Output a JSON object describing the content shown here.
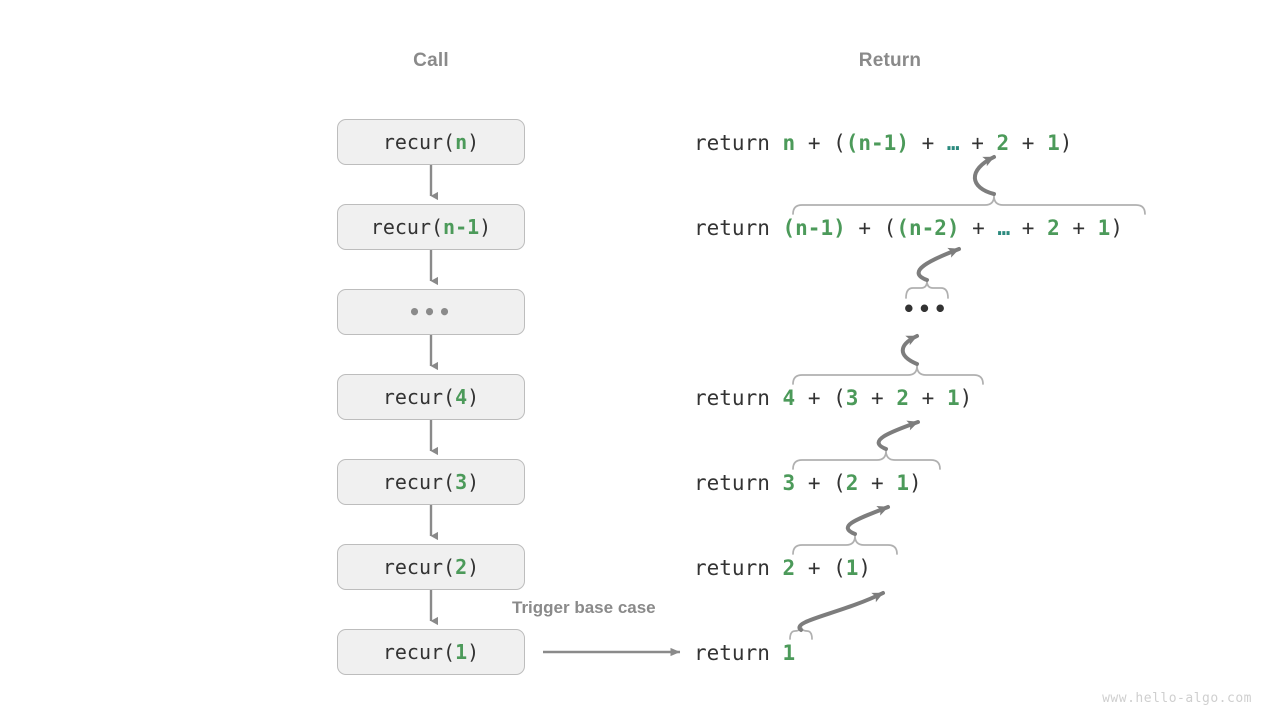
{
  "page": {
    "title": "Recursion call and return diagram",
    "background": "#ffffff",
    "watermark": "www.hello-algo.com"
  },
  "colors": {
    "green": "#4c9a5a",
    "teal": "#2b8a7e",
    "text_dark": "#333333",
    "gray_label": "#8a8a8a",
    "box_fill": "#f0f0f0",
    "box_border": "#bdbdbd",
    "arrow_gray": "#8a8a8a",
    "brace_gray": "#b0b0b0",
    "curve_gray": "#7d7d7d",
    "watermark_gray": "#cfcfcf"
  },
  "headers": {
    "call": "Call",
    "return": "Return"
  },
  "call_stack": {
    "label": "Call",
    "boxes": [
      {
        "name": "recur-n",
        "prefix": "recur(",
        "arg": "n",
        "suffix": ")",
        "is_ellipsis": false
      },
      {
        "name": "recur-n-1",
        "prefix": "recur(",
        "arg": "n-1",
        "suffix": ")",
        "is_ellipsis": false
      },
      {
        "name": "ellipsis",
        "prefix": "",
        "arg": "",
        "suffix": "",
        "is_ellipsis": true,
        "ellipsis": "•••"
      },
      {
        "name": "recur-4",
        "prefix": "recur(",
        "arg": "4",
        "suffix": ")",
        "is_ellipsis": false
      },
      {
        "name": "recur-3",
        "prefix": "recur(",
        "arg": "3",
        "suffix": ")",
        "is_ellipsis": false
      },
      {
        "name": "recur-2",
        "prefix": "recur(",
        "arg": "2",
        "suffix": ")",
        "is_ellipsis": false
      },
      {
        "name": "recur-1",
        "prefix": "recur(",
        "arg": "1",
        "suffix": ")",
        "is_ellipsis": false
      }
    ]
  },
  "return_column": {
    "label": "Return",
    "keyword": "return",
    "lines": [
      {
        "name": "return-n",
        "text": "return n + ((n-1) + … + 2 + 1)",
        "tokens": [
          {
            "t": "return ",
            "c": "kw"
          },
          {
            "t": "n",
            "c": "g"
          },
          {
            "t": " + (",
            "c": "op"
          },
          {
            "t": "(n-1)",
            "c": "g"
          },
          {
            "t": " + ",
            "c": "op"
          },
          {
            "t": "…",
            "c": "e"
          },
          {
            "t": " + ",
            "c": "op"
          },
          {
            "t": "2",
            "c": "g"
          },
          {
            "t": " + ",
            "c": "op"
          },
          {
            "t": "1",
            "c": "g"
          },
          {
            "t": ")",
            "c": "op"
          }
        ],
        "has_brace": false
      },
      {
        "name": "return-n-1",
        "text": "return (n-1) + ((n-2) + … + 2 + 1)",
        "tokens": [
          {
            "t": "return ",
            "c": "kw"
          },
          {
            "t": "(n-1)",
            "c": "g"
          },
          {
            "t": " + (",
            "c": "op"
          },
          {
            "t": "(n-2)",
            "c": "g"
          },
          {
            "t": " + ",
            "c": "op"
          },
          {
            "t": "…",
            "c": "e"
          },
          {
            "t": " + ",
            "c": "op"
          },
          {
            "t": "2",
            "c": "g"
          },
          {
            "t": " + ",
            "c": "op"
          },
          {
            "t": "1",
            "c": "g"
          },
          {
            "t": ")",
            "c": "op"
          }
        ],
        "has_brace": true
      },
      {
        "name": "return-ellipsis",
        "text": "•••",
        "tokens": [],
        "has_brace": true
      },
      {
        "name": "return-4",
        "text": "return 4 + (3 + 2 + 1)",
        "tokens": [
          {
            "t": "return ",
            "c": "kw"
          },
          {
            "t": "4",
            "c": "g"
          },
          {
            "t": " + (",
            "c": "op"
          },
          {
            "t": "3",
            "c": "g"
          },
          {
            "t": " + ",
            "c": "op"
          },
          {
            "t": "2",
            "c": "g"
          },
          {
            "t": " + ",
            "c": "op"
          },
          {
            "t": "1",
            "c": "g"
          },
          {
            "t": ")",
            "c": "op"
          }
        ],
        "has_brace": true
      },
      {
        "name": "return-3",
        "text": "return 3 + (2 + 1)",
        "tokens": [
          {
            "t": "return ",
            "c": "kw"
          },
          {
            "t": "3",
            "c": "g"
          },
          {
            "t": " + (",
            "c": "op"
          },
          {
            "t": "2",
            "c": "g"
          },
          {
            "t": " + ",
            "c": "op"
          },
          {
            "t": "1",
            "c": "g"
          },
          {
            "t": ")",
            "c": "op"
          }
        ],
        "has_brace": true
      },
      {
        "name": "return-2",
        "text": "return 2 + (1)",
        "tokens": [
          {
            "t": "return ",
            "c": "kw"
          },
          {
            "t": "2",
            "c": "g"
          },
          {
            "t": " + (",
            "c": "op"
          },
          {
            "t": "1",
            "c": "g"
          },
          {
            "t": ")",
            "c": "op"
          }
        ],
        "has_brace": true
      },
      {
        "name": "return-1",
        "text": "return 1",
        "tokens": [
          {
            "t": "return ",
            "c": "kw"
          },
          {
            "t": "1",
            "c": "g"
          }
        ],
        "has_brace": true
      }
    ],
    "mid_ellipsis": "•••"
  },
  "annotations": {
    "trigger_base_case": "Trigger base case"
  }
}
